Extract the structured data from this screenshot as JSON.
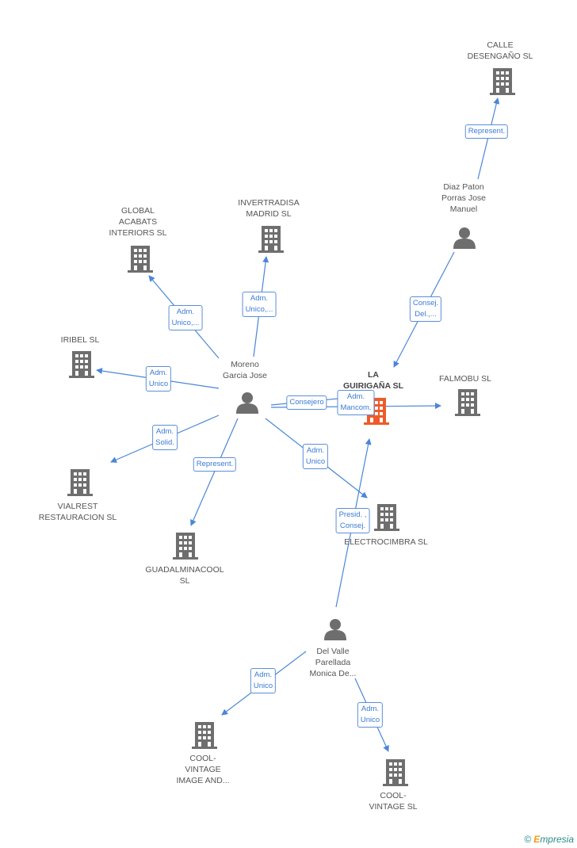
{
  "nodes": {
    "calle_desengano": {
      "label": "CALLE\nDESENGAÑO  SL",
      "type": "company"
    },
    "diaz_paton": {
      "label": "Diaz Paton\nPorras Jose\nManuel",
      "type": "person"
    },
    "invertradisa": {
      "label": "INVERTRADISA\nMADRID SL",
      "type": "company"
    },
    "global_acabats": {
      "label": "GLOBAL\nACABATS\nINTERIORS SL",
      "type": "company"
    },
    "iribel": {
      "label": "IRIBEL SL",
      "type": "company"
    },
    "moreno": {
      "label": "Moreno\nGarcia Jose",
      "type": "person"
    },
    "la_guiriganya": {
      "label": "LA\nGUIRIGAÑA SL",
      "type": "main"
    },
    "falmobu": {
      "label": "FALMOBU SL",
      "type": "company"
    },
    "vialrest": {
      "label": "VIALREST\nRESTAURACION SL",
      "type": "company"
    },
    "guadalminacool": {
      "label": "GUADALMINACOOL\nSL",
      "type": "company"
    },
    "electrocimbra": {
      "label": "ELECTROCIMBRA SL",
      "type": "company"
    },
    "del_valle": {
      "label": "Del Valle\nParellada\nMonica De...",
      "type": "person"
    },
    "cool_vintage_image": {
      "label": "COOL-\nVINTAGE\nIMAGE AND...",
      "type": "company"
    },
    "cool_vintage": {
      "label": "COOL-\nVINTAGE SL",
      "type": "company"
    }
  },
  "edges": [
    {
      "id": "e1",
      "label": "Represent."
    },
    {
      "id": "e2",
      "label": "Consej.\nDel.,..."
    },
    {
      "id": "e3",
      "label": "Adm.\nUnico,..."
    },
    {
      "id": "e4",
      "label": "Adm.\nUnico,..."
    },
    {
      "id": "e5",
      "label": "Adm.\nUnico"
    },
    {
      "id": "e6",
      "label": "Consejero"
    },
    {
      "id": "e7",
      "label": "Adm.\nMancom."
    },
    {
      "id": "e8",
      "label": "Adm.\nSolid."
    },
    {
      "id": "e9",
      "label": "Represent."
    },
    {
      "id": "e10",
      "label": "Adm.\nUnico"
    },
    {
      "id": "e11",
      "label": "Presid. ,\nConsej."
    },
    {
      "id": "e12",
      "label": "Adm.\nUnico"
    },
    {
      "id": "e13",
      "label": "Adm.\nUnico"
    }
  ],
  "colors": {
    "edge": "#4a86d8",
    "icon": "#6e6e6e",
    "main_icon": "#ee5a2a"
  },
  "footer": {
    "copyright": "©",
    "brand_first": "E",
    "brand_rest": "mpresia"
  }
}
